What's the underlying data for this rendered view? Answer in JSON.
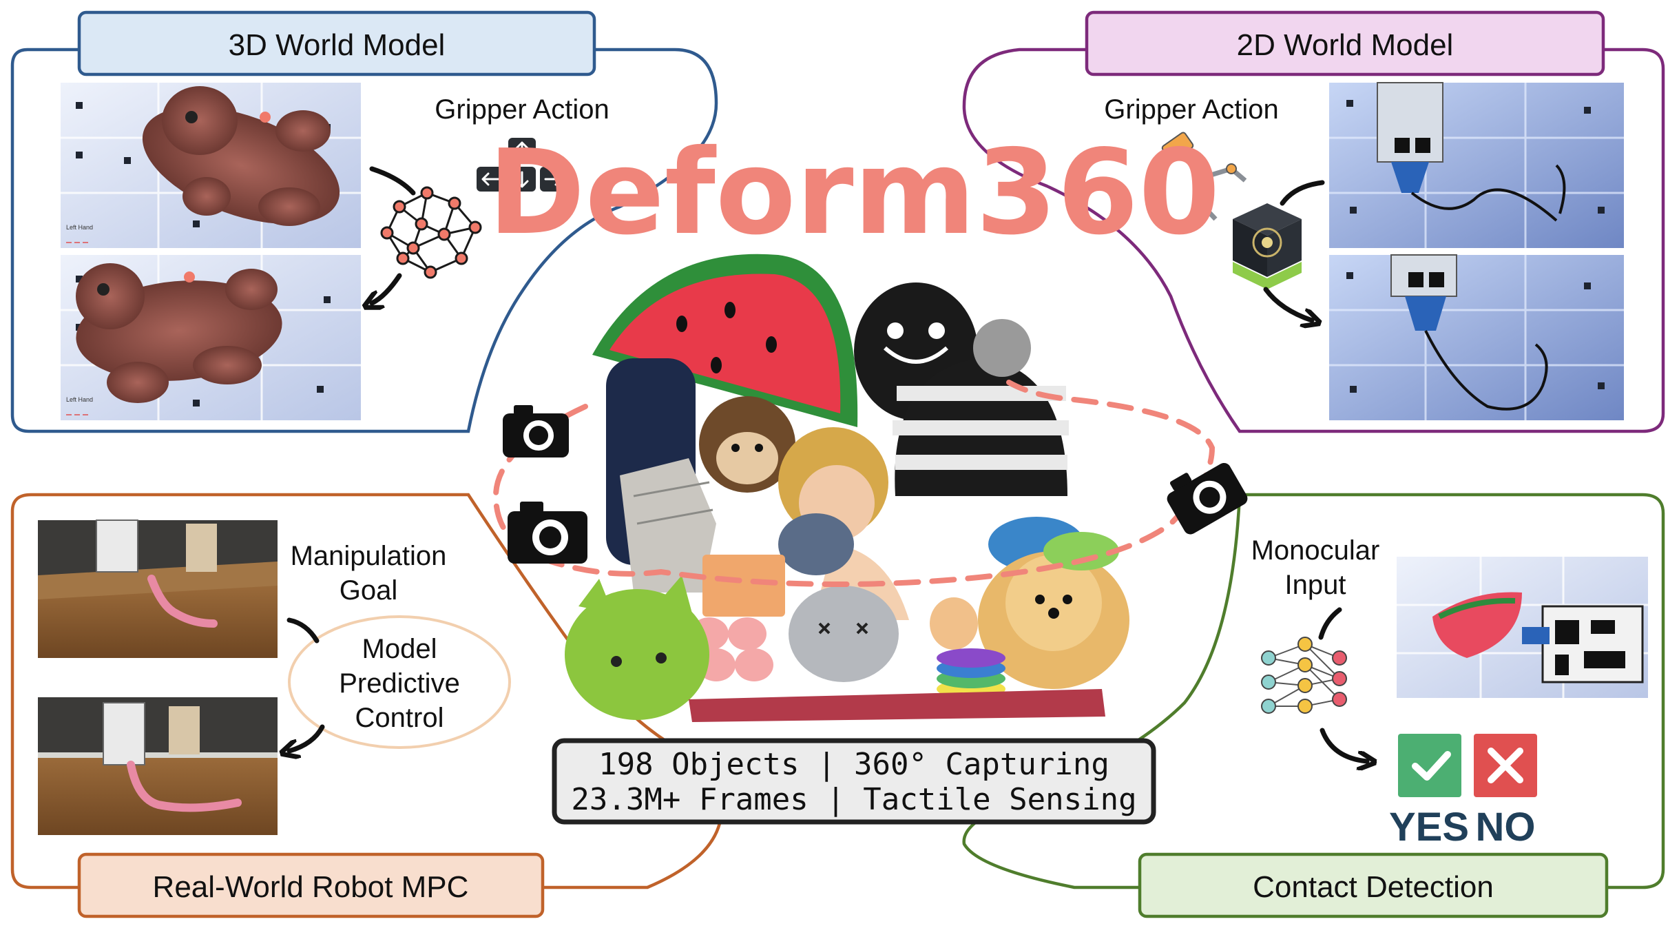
{
  "title": "Deform360",
  "colors": {
    "title": "#f0857a",
    "panel_3d": "#2f5a8e",
    "panel_3d_fill": "#dbe8f5",
    "panel_2d": "#7d2a7b",
    "panel_2d_fill": "#f1d6ef",
    "panel_mpc": "#c0622a",
    "panel_mpc_fill": "#f8dece",
    "panel_contact": "#4f7d2c",
    "panel_contact_fill": "#e2efd7",
    "dash_path": "#f0857a",
    "yes_green": "#4caf72",
    "no_red": "#e05050",
    "yes_no_text": "#20405a"
  },
  "panels": {
    "world3d": {
      "label": "3D World Model",
      "action_label": "Gripper Action",
      "frame_caption": "Left Hand",
      "icons": [
        "arrow-keys-icon",
        "mesh-graph-icon"
      ]
    },
    "world2d": {
      "label": "2D World Model",
      "action_label": "Gripper Action",
      "icons": [
        "robot-gripper-icon",
        "world-cube-icon"
      ]
    },
    "mpc": {
      "label": "Real-World Robot MPC",
      "goal_label_line1": "Manipulation",
      "goal_label_line2": "Goal",
      "controller_line1": "Model",
      "controller_line2": "Predictive",
      "controller_line3": "Control"
    },
    "contact": {
      "label": "Contact Detection",
      "input_label_line1": "Monocular",
      "input_label_line2": "Input",
      "yes_label": "YES",
      "no_label": "NO",
      "icons": [
        "neural-network-icon",
        "check-icon",
        "cross-icon"
      ]
    }
  },
  "stats": {
    "line1": "198 Objects | 360° Capturing",
    "line2": "23.3M+ Frames | Tactile Sensing"
  },
  "center_icons": [
    "camera-icon",
    "camera-icon",
    "camera-icon"
  ]
}
